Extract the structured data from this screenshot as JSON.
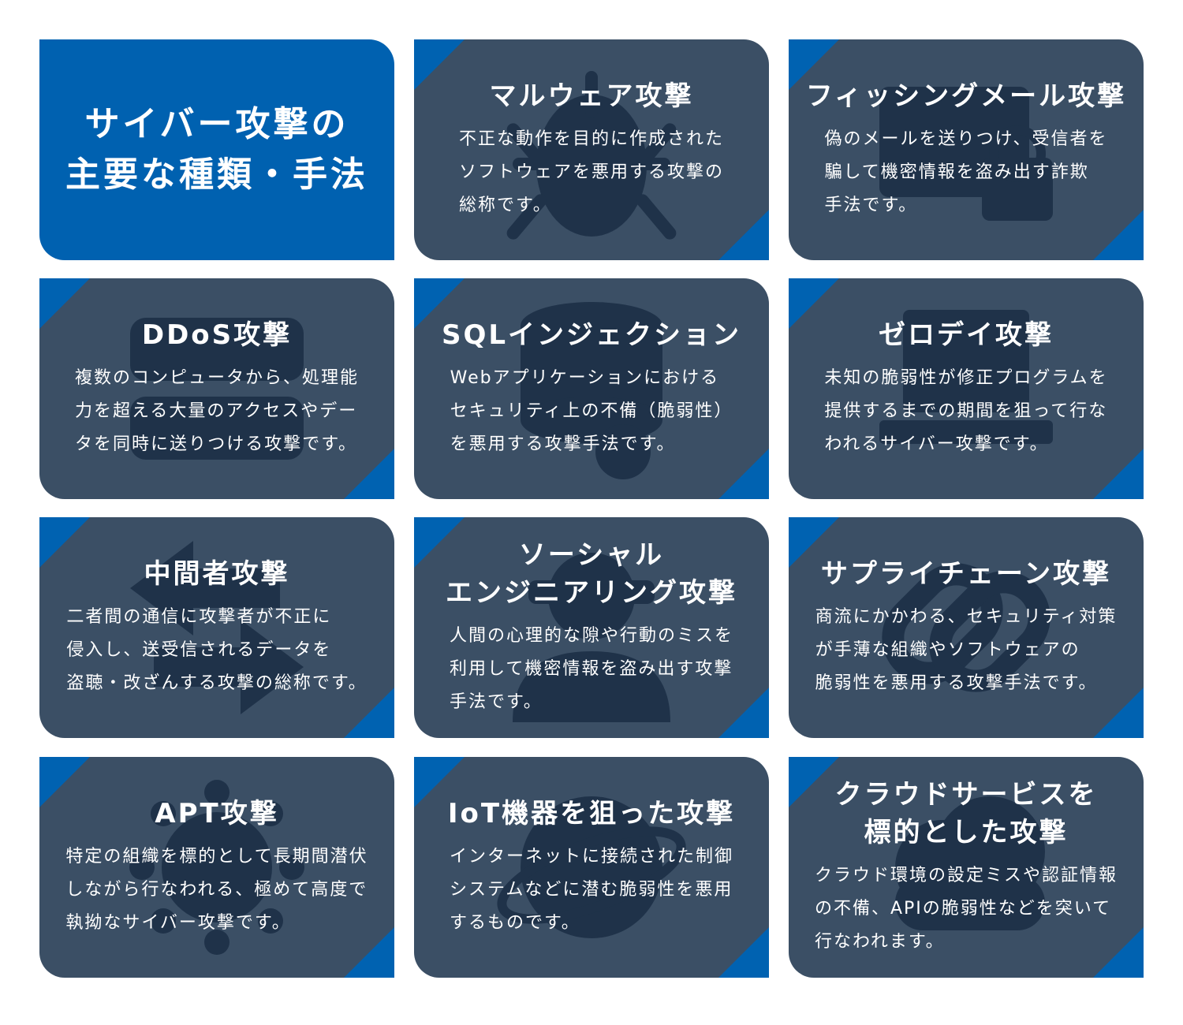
{
  "hero": {
    "lines": [
      "サイバー攻撃の",
      "主要な種類・手法"
    ]
  },
  "colors": {
    "card": "#3b4f65",
    "accent": "#0062b1",
    "icon": "#1f3249"
  },
  "cards": [
    {
      "icon": "bug-icon",
      "title": [
        "マルウェア攻撃"
      ],
      "desc": [
        "不正な動作を目的に作成された",
        "ソフトウェアを悪用する攻撃の",
        "総称です。"
      ]
    },
    {
      "icon": "envelope-lock-icon",
      "title": [
        "フィッシングメール攻撃"
      ],
      "desc": [
        "偽のメールを送りつけ、受信者を",
        "騙して機密情報を盗み出す詐欺",
        "手法です。"
      ]
    },
    {
      "icon": "server-icon",
      "title": [
        "DDoS攻撃"
      ],
      "desc": [
        "複数のコンピュータから、処理能",
        "力を超える大量のアクセスやデー",
        "タを同時に送りつける攻撃です。"
      ]
    },
    {
      "icon": "database-bug-icon",
      "title": [
        "SQLインジェクション"
      ],
      "desc": [
        "Webアプリケーションにおける",
        "セキュリティ上の不備（脆弱性）",
        "を悪用する攻撃手法です。"
      ]
    },
    {
      "icon": "laptop-icon",
      "title": [
        "ゼロデイ攻撃"
      ],
      "desc": [
        "未知の脆弱性が修正プログラムを",
        "提供するまでの期間を狙って行な",
        "われるサイバー攻撃です。"
      ]
    },
    {
      "icon": "arrows-exchange-icon",
      "title": [
        "中間者攻撃"
      ],
      "desc": [
        "二者間の通信に攻撃者が不正に",
        "侵入し、送受信されるデータを",
        "盗聴・改ざんする攻撃の総称です。"
      ]
    },
    {
      "icon": "hacker-icon",
      "title": [
        "ソーシャル",
        "エンジニアリング攻撃"
      ],
      "desc": [
        "人間の心理的な隙や行動のミスを",
        "利用して機密情報を盗み出す攻撃",
        "手法です。"
      ]
    },
    {
      "icon": "chain-link-icon",
      "title": [
        "サプライチェーン攻撃"
      ],
      "desc": [
        "商流にかかわる、セキュリティ対策",
        "が手薄な組織やソフトウェアの",
        "脆弱性を悪用する攻撃手法です。"
      ]
    },
    {
      "icon": "virus-icon",
      "title": [
        "APT攻撃"
      ],
      "desc": [
        "特定の組織を標的として長期間潜伏",
        "しながら行なわれる、極めて高度で",
        "執拗なサイバー攻撃です。"
      ]
    },
    {
      "icon": "globe-icon",
      "title": [
        "IoT機器を狙った攻撃"
      ],
      "desc": [
        "インターネットに接続された制御",
        "システムなどに潜む脆弱性を悪用",
        "するものです。"
      ]
    },
    {
      "icon": "cloud-icon",
      "title": [
        "クラウドサービスを",
        "標的とした攻撃"
      ],
      "desc": [
        "クラウド環境の設定ミスや認証情報",
        "の不備、APIの脆弱性などを突いて",
        "行なわれます。"
      ]
    }
  ]
}
